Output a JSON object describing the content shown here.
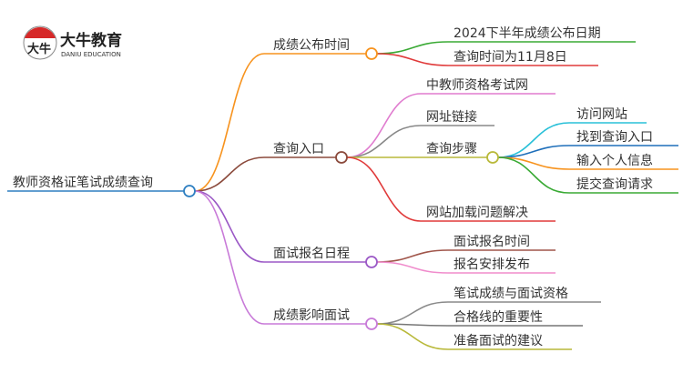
{
  "logo": {
    "name_cn": "大牛教育",
    "name_en": "DANIU EDUCATION",
    "glyph": "大牛"
  },
  "root": {
    "label": "教师资格证笔试成绩查询",
    "color": "#2e7fc1"
  },
  "branches": [
    {
      "label": "成绩公布时间",
      "color": "#f7931e",
      "children": [
        {
          "label": "2024下半年成绩公布日期",
          "color": "#3aaa35"
        },
        {
          "label": "查询时间为11月8日",
          "color": "#e03a3a"
        }
      ]
    },
    {
      "label": "查询入口",
      "color": "#8b4a3c",
      "children": [
        {
          "label": "中教师资格考试网",
          "color": "#e07ccf"
        },
        {
          "label": "网址链接",
          "color": "#888888"
        },
        {
          "label": "查询步骤",
          "color": "#b9b93a",
          "children": [
            {
              "label": "访问网站",
              "color": "#29c0d8"
            },
            {
              "label": "找到查询入口",
              "color": "#1f6fba"
            },
            {
              "label": "输入个人信息",
              "color": "#f7931e"
            },
            {
              "label": "提交查询请求",
              "color": "#3aaa35"
            }
          ]
        },
        {
          "label": "网站加载问题解决",
          "color": "#e03a3a"
        }
      ]
    },
    {
      "label": "面试报名日程",
      "color": "#9b59c6",
      "children": [
        {
          "label": "面试报名时间",
          "color": "#a0554a"
        },
        {
          "label": "报名安排发布",
          "color": "#f08ccc"
        }
      ]
    },
    {
      "label": "成绩影响面试",
      "color": "#c87ad8",
      "children": [
        {
          "label": "笔试成绩与面试资格",
          "color": "#8a8a8a"
        },
        {
          "label": "合格线的重要性",
          "color": "#777777"
        },
        {
          "label": "准备面试的建议",
          "color": "#b9b93a"
        }
      ]
    }
  ]
}
